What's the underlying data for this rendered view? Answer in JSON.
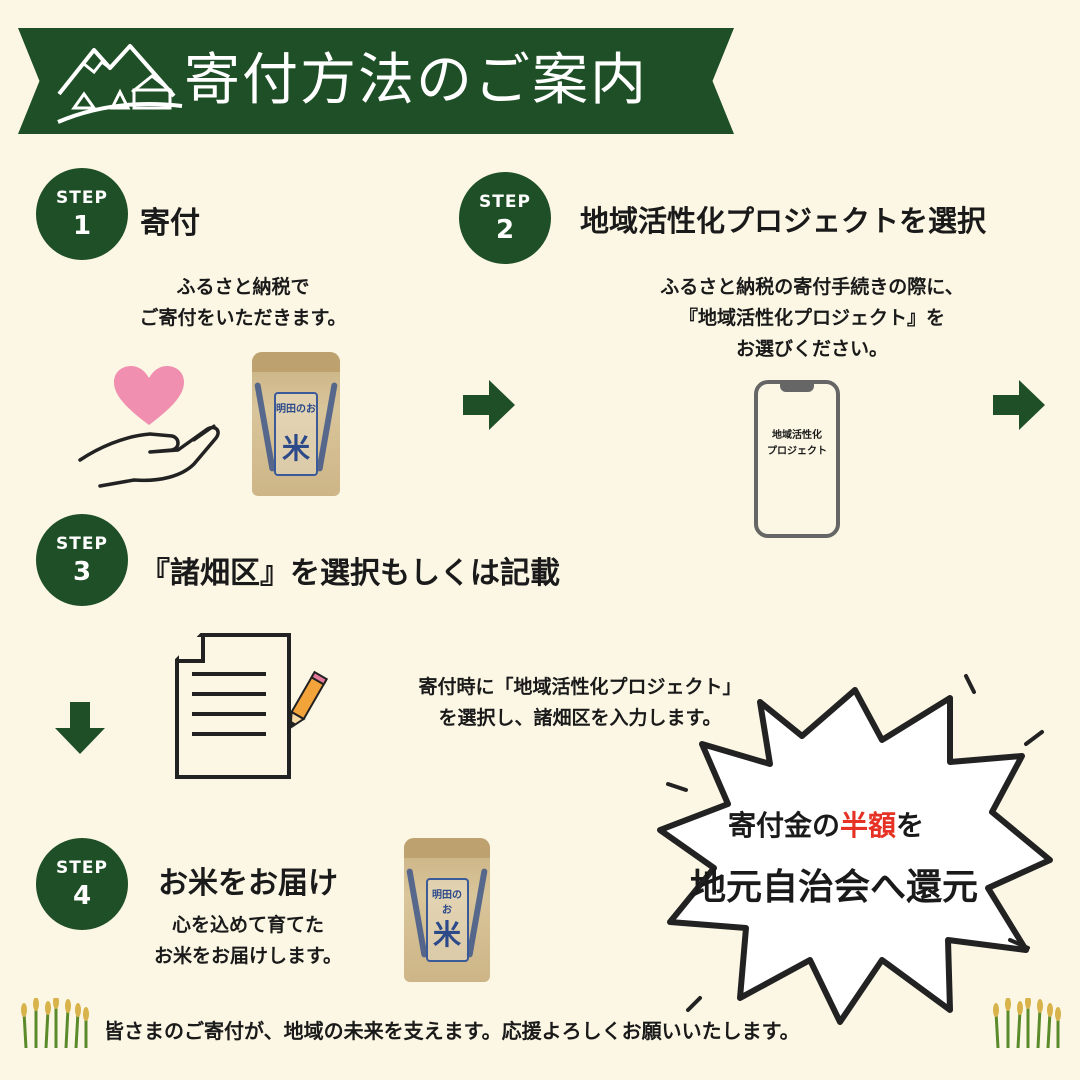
{
  "header": {
    "title": "寄付方法のご案内"
  },
  "colors": {
    "primary": "#1f4f27",
    "accent": "#e53224",
    "background": "#fbf7e4"
  },
  "steps": [
    {
      "label": "STEP",
      "number": "1",
      "heading": "寄付",
      "lines": [
        "ふるさと納税で",
        "ご寄付をいただきます。"
      ]
    },
    {
      "label": "STEP",
      "number": "2",
      "heading": "地域活性化プロジェクトを選択",
      "lines": [
        "ふるさと納税の寄付手続きの際に、",
        "『地域活性化プロジェクト』を",
        "お選びください。"
      ]
    },
    {
      "label": "STEP",
      "number": "3",
      "heading": "『諸畑区』を選択もしくは記載",
      "lines": [
        "寄付時に「地域活性化プロジェクト」",
        "を選択し、諸畑区を入力します。"
      ]
    },
    {
      "label": "STEP",
      "number": "4",
      "heading": "お米をお届け",
      "lines": [
        "心を込めて育てた",
        "お米をお届けします。"
      ]
    }
  ],
  "phone": {
    "screen_lines": [
      "地域活性化",
      "プロジェクト"
    ]
  },
  "rice_bag": {
    "label_text": "明田のお",
    "kome": "米"
  },
  "callout": {
    "line1_pre": "寄付金の",
    "line1_highlight": "半額",
    "line1_post": "を",
    "line2": "地元自治会へ還元"
  },
  "footer": {
    "text": "皆さまのご寄付が、地域の未来を支えます。応援よろしくお願いいたします。"
  },
  "icons": [
    "mountain-logo-icon",
    "heart-icon",
    "hand-icon",
    "rice-bag-icon",
    "arrow-right-icon",
    "smartphone-icon",
    "document-icon",
    "pencil-icon",
    "arrow-down-icon",
    "rice-plant-icon"
  ]
}
